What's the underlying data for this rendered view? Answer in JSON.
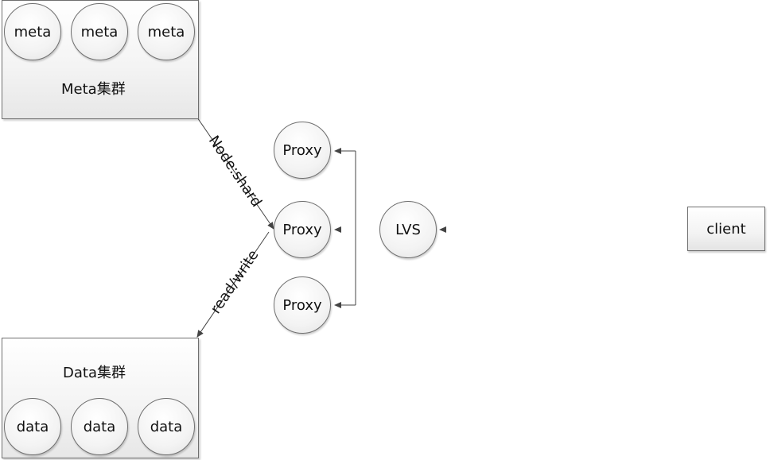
{
  "meta_cluster": {
    "label": "Meta集群",
    "nodes": [
      "meta",
      "meta",
      "meta"
    ]
  },
  "data_cluster": {
    "label": "Data集群",
    "nodes": [
      "data",
      "data",
      "data"
    ]
  },
  "proxies": [
    "Proxy",
    "Proxy",
    "Proxy"
  ],
  "lvs": "LVS",
  "client": "client",
  "edges": {
    "node_shard": "Node:shard",
    "read_write": "read/write"
  }
}
